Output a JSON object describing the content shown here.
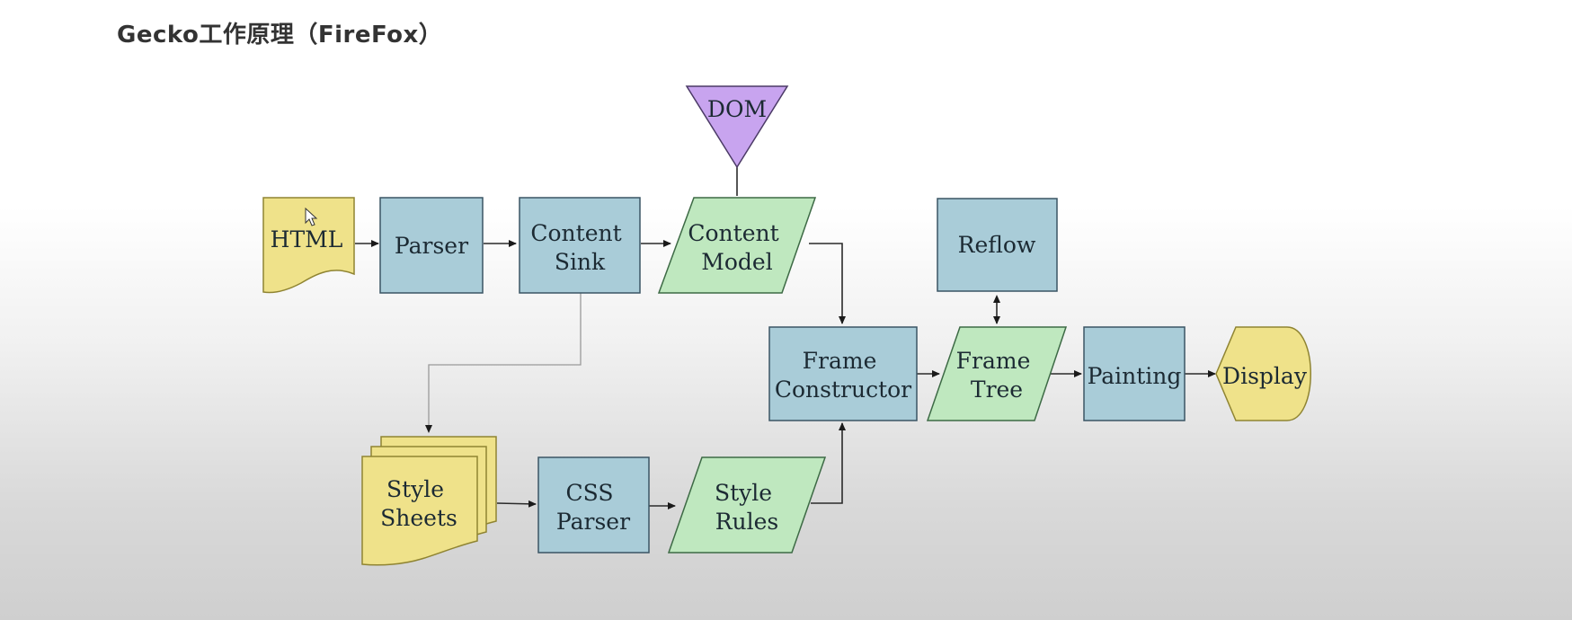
{
  "page": {
    "title": "Gecko工作原理（FireFox）"
  },
  "diagram": {
    "nodes": {
      "html": {
        "label": "HTML",
        "shape": "document"
      },
      "parser": {
        "label": "Parser",
        "shape": "process"
      },
      "content_sink": {
        "label_lines": [
          "Content",
          "Sink"
        ],
        "shape": "process"
      },
      "dom": {
        "label": "DOM",
        "shape": "triangle"
      },
      "content_model": {
        "label_lines": [
          "Content",
          "Model"
        ],
        "shape": "data"
      },
      "frame_constructor": {
        "label_lines": [
          "Frame",
          "Constructor"
        ],
        "shape": "process"
      },
      "reflow": {
        "label": "Reflow",
        "shape": "process"
      },
      "frame_tree": {
        "label_lines": [
          "Frame",
          "Tree"
        ],
        "shape": "data"
      },
      "painting": {
        "label": "Painting",
        "shape": "process"
      },
      "display": {
        "label": "Display",
        "shape": "display"
      },
      "style_sheets": {
        "label_lines": [
          "Style",
          "Sheets"
        ],
        "shape": "multi-document"
      },
      "css_parser": {
        "label_lines": [
          "CSS",
          "Parser"
        ],
        "shape": "process"
      },
      "style_rules": {
        "label_lines": [
          "Style",
          "Rules"
        ],
        "shape": "data"
      }
    },
    "edges": [
      {
        "from": "HTML",
        "to": "Parser"
      },
      {
        "from": "Parser",
        "to": "Content Sink"
      },
      {
        "from": "Content Sink",
        "to": "Content Model"
      },
      {
        "from": "DOM",
        "to": "Content Model"
      },
      {
        "from": "Content Sink",
        "to": "Style Sheets"
      },
      {
        "from": "Content Model",
        "to": "Frame Constructor"
      },
      {
        "from": "Style Sheets",
        "to": "CSS Parser"
      },
      {
        "from": "CSS Parser",
        "to": "Style Rules"
      },
      {
        "from": "Style Rules",
        "to": "Frame Constructor"
      },
      {
        "from": "Frame Constructor",
        "to": "Frame Tree"
      },
      {
        "from": "Frame Tree",
        "to": "Reflow",
        "bidirectional": true
      },
      {
        "from": "Frame Tree",
        "to": "Painting"
      },
      {
        "from": "Painting",
        "to": "Display"
      }
    ],
    "colors": {
      "process_fill": "#a9ccd8",
      "process_stroke": "#3a5564",
      "data_fill": "#bfe8bf",
      "data_stroke": "#3d6a45",
      "document_fill": "#efe28a",
      "document_stroke": "#8f8432",
      "dom_fill": "#c8a4ef",
      "dom_stroke": "#4b3a66"
    }
  }
}
